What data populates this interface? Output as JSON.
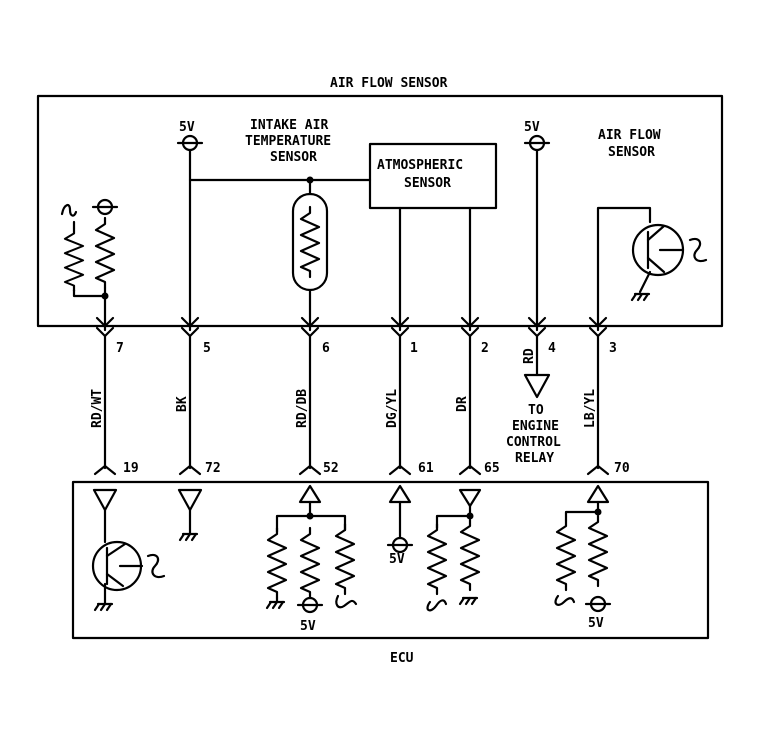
{
  "top_box": {
    "title": "AIR FLOW SENSOR"
  },
  "bottom_box": {
    "title": "ECU"
  },
  "components": {
    "intake_air_temp": [
      "INTAKE AIR",
      "TEMPERATURE",
      "SENSOR"
    ],
    "atmospheric": [
      "ATMOSPHERIC",
      "SENSOR"
    ],
    "air_flow": [
      "AIR FLOW",
      "SENSOR"
    ],
    "five_v": "5V"
  },
  "wires": [
    {
      "top_pin": "7",
      "color": "RD/WT",
      "ecu_pin": "19"
    },
    {
      "top_pin": "5",
      "color": "BK",
      "ecu_pin": "72"
    },
    {
      "top_pin": "6",
      "color": "RD/DB",
      "ecu_pin": "52"
    },
    {
      "top_pin": "1",
      "color": "DG/YL",
      "ecu_pin": "61"
    },
    {
      "top_pin": "2",
      "color": "DR",
      "ecu_pin": "65"
    },
    {
      "top_pin": "4",
      "color": "RD",
      "ecu_pin": ""
    },
    {
      "top_pin": "3",
      "color": "LB/YL",
      "ecu_pin": "70"
    }
  ],
  "relay_note": [
    "TO",
    "ENGINE",
    "CONTROL",
    "RELAY"
  ]
}
